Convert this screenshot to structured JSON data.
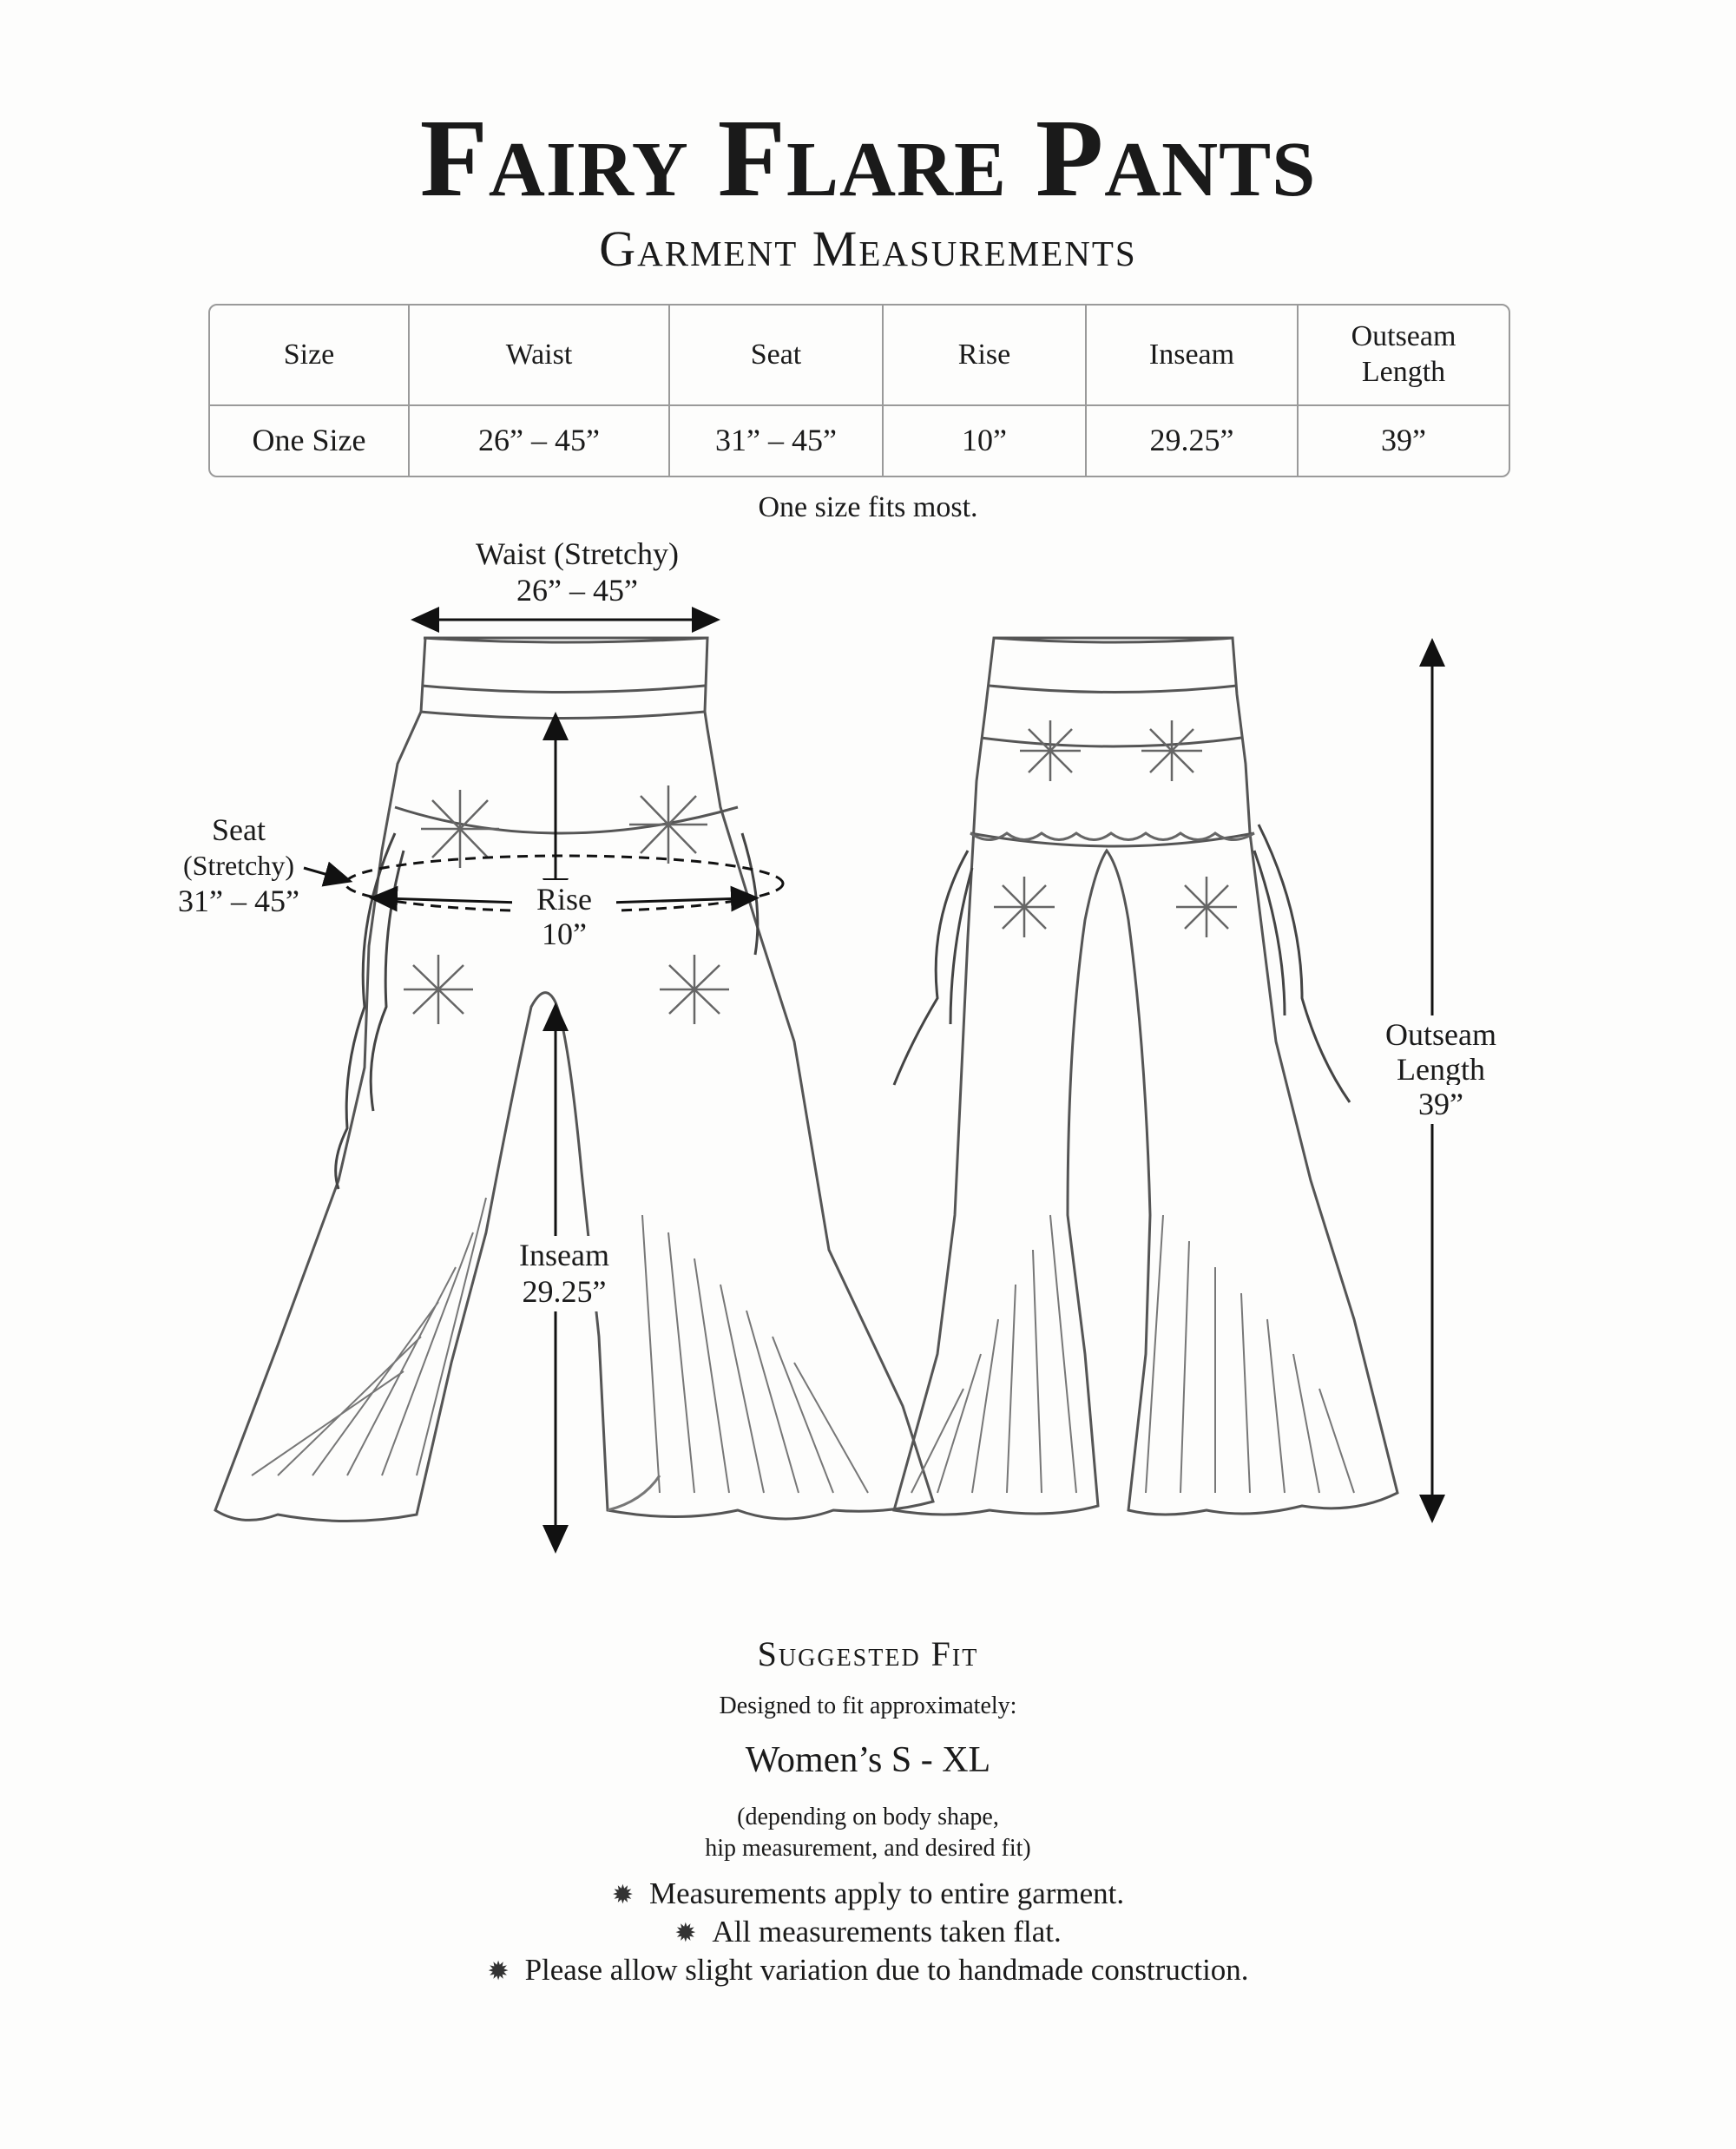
{
  "header": {
    "title": "Fairy Flare Pants",
    "subtitle": "Garment Measurements"
  },
  "table": {
    "headers": [
      "Size",
      "Waist",
      "Seat",
      "Rise",
      "Inseam",
      "Outseam Length"
    ],
    "row": [
      "One Size",
      "26” – 45”",
      "31” – 45”",
      "10”",
      "29.25”",
      "39”"
    ]
  },
  "note": "One size fits most.",
  "diagram": {
    "waist_label": "Waist (Stretchy)",
    "waist_value": "26” – 45”",
    "seat_label_1": "Seat",
    "seat_label_2": "(Stretchy)",
    "seat_value": "31” – 45”",
    "rise_label": "Rise",
    "rise_value": "10”",
    "inseam_label": "Inseam",
    "inseam_value": "29.25”",
    "outseam_label_1": "Outseam",
    "outseam_label_2": "Length",
    "outseam_value": "39”"
  },
  "fit": {
    "title": "Suggested Fit",
    "intro": "Designed to fit approximately:",
    "range": "Women’s S - XL",
    "note_line1": "(depending on body shape,",
    "note_line2": "hip measurement, and desired fit)"
  },
  "bullets": {
    "icon": "sun-flower-icon",
    "items": [
      "Measurements apply to entire garment.",
      "All measurements taken flat.",
      "Please allow slight variation due to handmade construction."
    ]
  }
}
